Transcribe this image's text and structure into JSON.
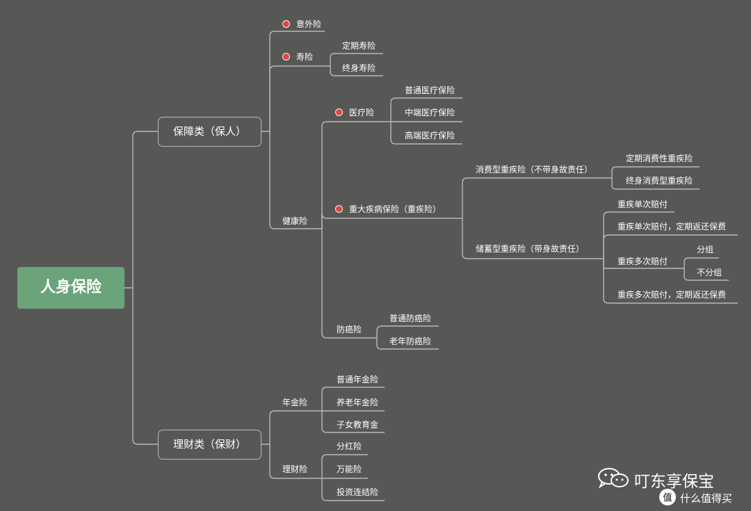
{
  "root": "人身保险",
  "protection": {
    "label": "保障类（保人）",
    "accident": "意外险",
    "life": {
      "label": "寿险",
      "term": "定期寿险",
      "whole": "终身寿险"
    },
    "health": {
      "label": "健康险",
      "medical": {
        "label": "医疗险",
        "items": [
          "普通医疗保险",
          "中端医疗保险",
          "高端医疗保险"
        ]
      },
      "critical": {
        "label": "重大疾病保险（重疾险）",
        "consumer": {
          "label": "消费型重疾险（不带身故责任）",
          "items": [
            "定期消费性重疾险",
            "终身消费型重疾险"
          ]
        },
        "savings": {
          "label": "储蓄型重疾险（带身故责任）",
          "items": [
            "重疾单次赔付",
            "重疾单次赔付，定期返还保费",
            "重疾多次赔付",
            "重疾多次赔付，定期返还保费"
          ],
          "multi_sub": [
            "分组",
            "不分组"
          ]
        }
      },
      "cancer": {
        "label": "防癌险",
        "items": [
          "普通防癌险",
          "老年防癌险"
        ]
      }
    }
  },
  "wealth": {
    "label": "理财类（保财）",
    "annuity": {
      "label": "年金险",
      "items": [
        "普通年金险",
        "养老年金险",
        "子女教育金"
      ]
    },
    "finance": {
      "label": "理财险",
      "items": [
        "分红险",
        "万能险",
        "投资连结险"
      ]
    }
  },
  "watermark": {
    "title": "叮东享保宝",
    "subtitle": "什么值得买"
  },
  "colors": {
    "background": "#575856",
    "root": "#6ba47a",
    "marker": "#e2463e",
    "line": "#b8b8b8"
  }
}
